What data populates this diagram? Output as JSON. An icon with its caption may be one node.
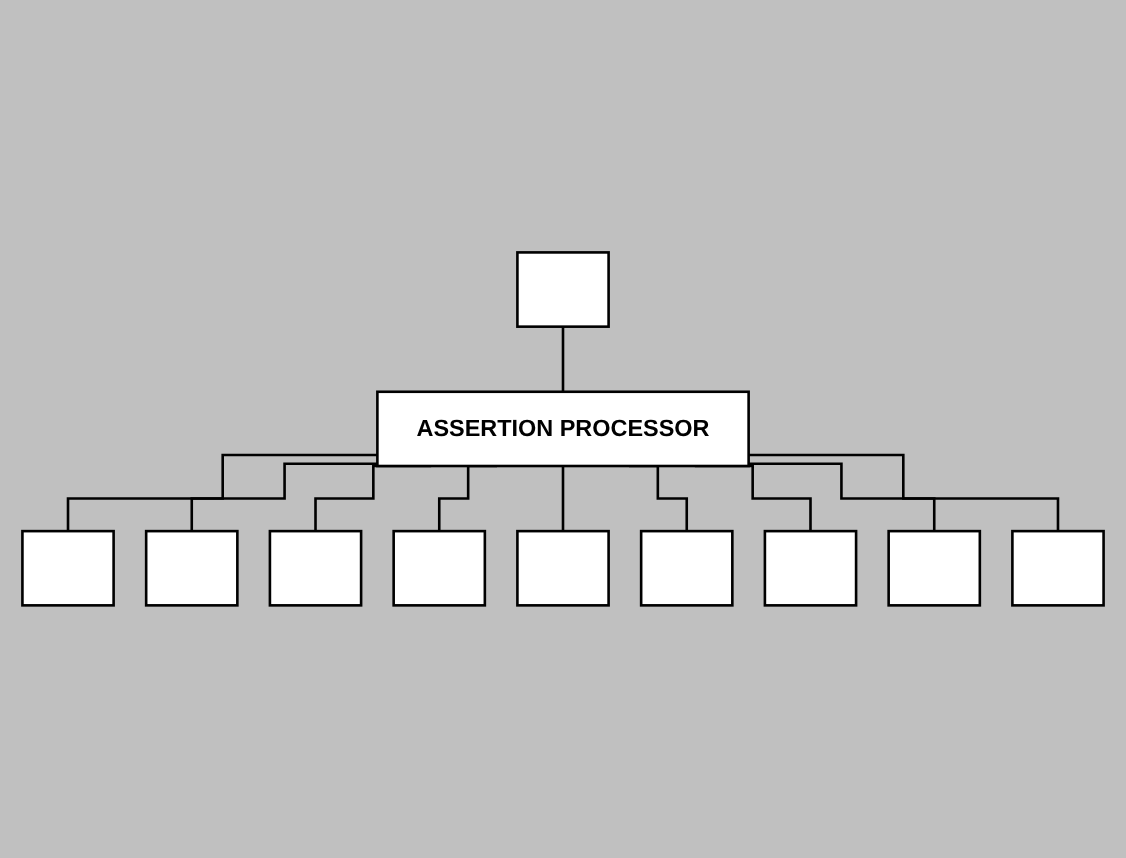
{
  "diagram": {
    "nodes": [
      {
        "text": [
          "ASSERTION PROCESSOR"
        ]
      },
      {
        "text": [],
        "shape": "box"
      },
      {
        "text": [],
        "shape": "box"
      },
      {
        "text": [],
        "shape": "box"
      },
      {
        "text": [],
        "shape": "box"
      },
      {
        "text": [],
        "shape": "box"
      },
      {
        "text": [],
        "shape": "box"
      },
      {
        "text": [],
        "shape": "box"
      },
      {
        "text": [],
        "shape": "box"
      },
      {
        "text": [],
        "shape": "box"
      },
      {
        "text": [],
        "shape": "box"
      }
    ],
    "edges": [
      {
        "from": 1,
        "to": 0,
        "arrow": "none"
      },
      {
        "from": 0,
        "to": 2,
        "arrow": "none"
      },
      {
        "from": 0,
        "to": 3,
        "arrow": "none"
      },
      {
        "from": 0,
        "to": 4,
        "arrow": "none"
      },
      {
        "from": 0,
        "to": 5,
        "arrow": "none"
      },
      {
        "from": 0,
        "to": 6,
        "arrow": "none"
      },
      {
        "from": 0,
        "to": 7,
        "arrow": "none"
      },
      {
        "from": 0,
        "to": 8,
        "arrow": "none"
      },
      {
        "from": 0,
        "to": 9,
        "arrow": "none"
      },
      {
        "from": 0,
        "to": 10,
        "arrow": "none"
      }
    ]
  }
}
